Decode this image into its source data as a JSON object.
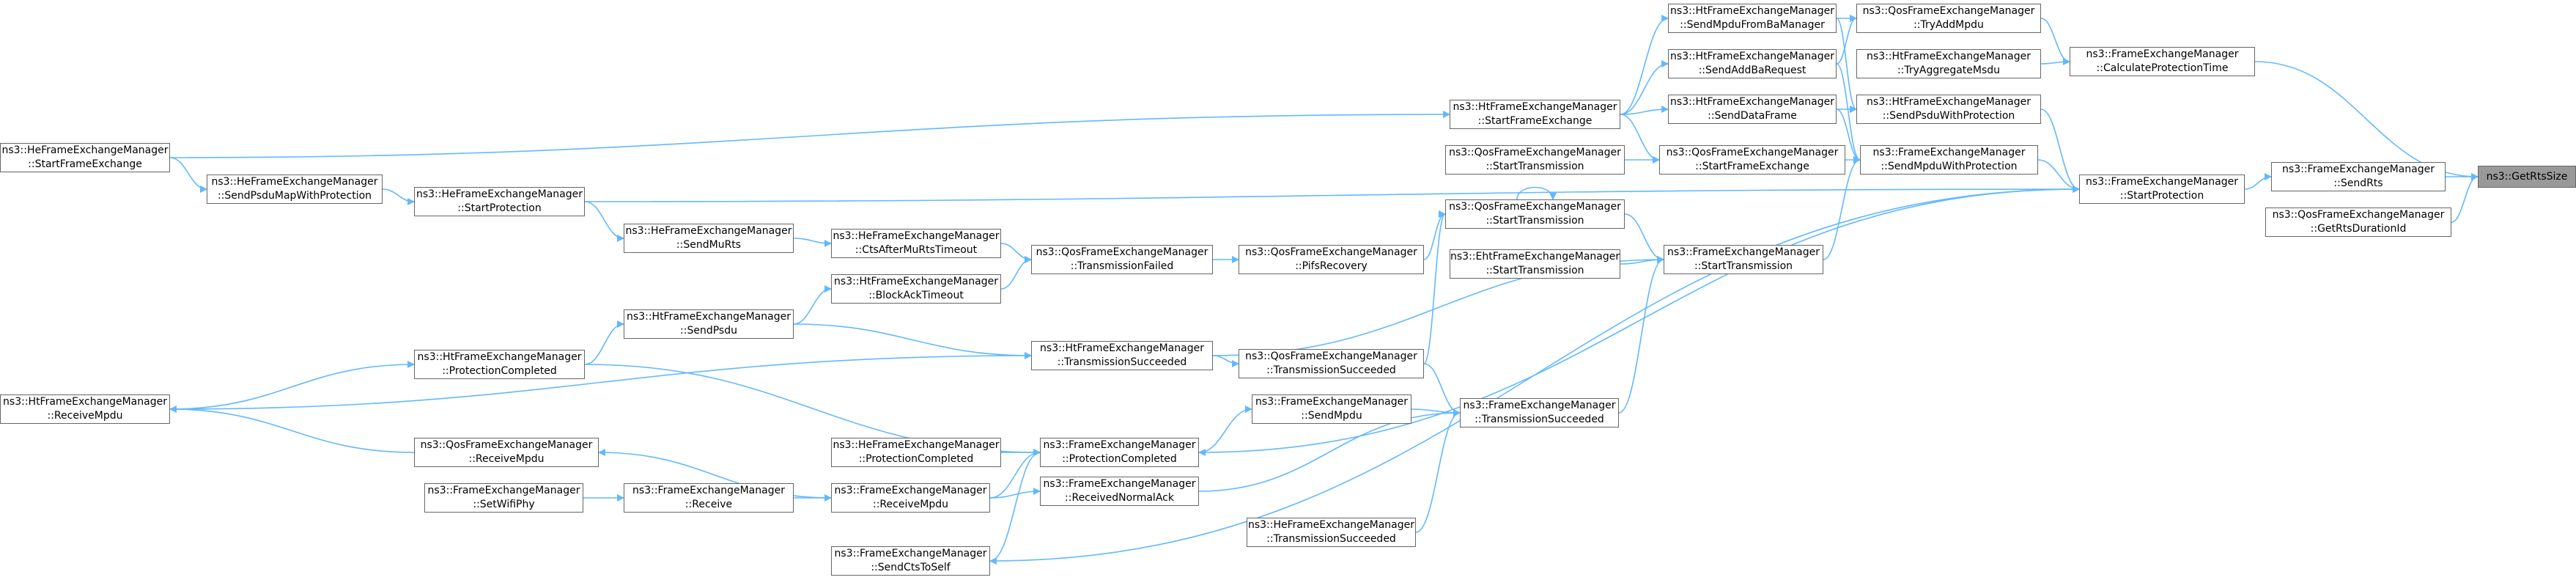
{
  "graph": {
    "edge_color": "#63b8ff",
    "node_border_color": "#666666",
    "root_fill_color": "#999999",
    "nodes": {
      "root": {
        "lines": [
          "ns3::GetRtsSize"
        ]
      },
      "sendRts": {
        "lines": [
          "ns3::FrameExchangeManager",
          "::SendRts"
        ]
      },
      "qosGetRtsDurationId": {
        "lines": [
          "ns3::QosFrameExchangeManager",
          "::GetRtsDurationId"
        ]
      },
      "feStartProtection": {
        "lines": [
          "ns3::FrameExchangeManager",
          "::StartProtection"
        ]
      },
      "feCalcProtTime": {
        "lines": [
          "ns3::FrameExchangeManager",
          "::CalculateProtectionTime"
        ]
      },
      "qosTryAddMpdu": {
        "lines": [
          "ns3::QosFrameExchangeManager",
          "::TryAddMpdu"
        ]
      },
      "htTryAggMsdu": {
        "lines": [
          "ns3::HtFrameExchangeManager",
          "::TryAggregateMsdu"
        ]
      },
      "htSendPsduWithProt": {
        "lines": [
          "ns3::HtFrameExchangeManager",
          "::SendPsduWithProtection"
        ]
      },
      "feSendMpduWithProt": {
        "lines": [
          "ns3::FrameExchangeManager",
          "::SendMpduWithProtection"
        ]
      },
      "htSendMpduFromBa": {
        "lines": [
          "ns3::HtFrameExchangeManager",
          "::SendMpduFromBaManager"
        ]
      },
      "htSendAddBa": {
        "lines": [
          "ns3::HtFrameExchangeManager",
          "::SendAddBaRequest"
        ]
      },
      "htSendDataFrame": {
        "lines": [
          "ns3::HtFrameExchangeManager",
          "::SendDataFrame"
        ]
      },
      "qosStartFrameExch": {
        "lines": [
          "ns3::QosFrameExchangeManager",
          "::StartFrameExchange"
        ]
      },
      "htStartFrameExch": {
        "lines": [
          "ns3::HtFrameExchangeManager",
          "::StartFrameExchange"
        ]
      },
      "heStartFrameExch": {
        "lines": [
          "ns3::HeFrameExchangeManager",
          "::StartFrameExchange"
        ]
      },
      "qosStartTrans2": {
        "lines": [
          "ns3::QosFrameExchangeManager",
          "::StartTransmission"
        ]
      },
      "feStartTrans": {
        "lines": [
          "ns3::FrameExchangeManager",
          "::StartTransmission"
        ]
      },
      "qosStartTrans": {
        "lines": [
          "ns3::QosFrameExchangeManager",
          "::StartTransmission"
        ]
      },
      "ehtStartTrans": {
        "lines": [
          "ns3::EhtFrameExchangeManager",
          "::StartTransmission"
        ]
      },
      "feTransSucc": {
        "lines": [
          "ns3::FrameExchangeManager",
          "::TransmissionSucceeded"
        ]
      },
      "qosTransSucc": {
        "lines": [
          "ns3::QosFrameExchangeManager",
          "::TransmissionSucceeded"
        ]
      },
      "heTransSucc": {
        "lines": [
          "ns3::HeFrameExchangeManager",
          "::TransmissionSucceeded"
        ]
      },
      "feSendMpdu": {
        "lines": [
          "ns3::FrameExchangeManager",
          "::SendMpdu"
        ]
      },
      "feRecvNormalAck": {
        "lines": [
          "ns3::FrameExchangeManager",
          "::ReceivedNormalAck"
        ]
      },
      "fePifsRecovery": {
        "lines": [
          "ns3::QosFrameExchangeManager",
          "::PifsRecovery"
        ]
      },
      "qosTransFailed": {
        "lines": [
          "ns3::QosFrameExchangeManager",
          "::TransmissionFailed"
        ]
      },
      "heCtsAfterMuRts": {
        "lines": [
          "ns3::HeFrameExchangeManager",
          "::CtsAfterMuRtsTimeout"
        ]
      },
      "htBlockAckTimeout": {
        "lines": [
          "ns3::HtFrameExchangeManager",
          "::BlockAckTimeout"
        ]
      },
      "htTransSucc": {
        "lines": [
          "ns3::HtFrameExchangeManager",
          "::TransmissionSucceeded"
        ]
      },
      "heSendMuRts": {
        "lines": [
          "ns3::HeFrameExchangeManager",
          "::SendMuRts"
        ]
      },
      "htSendPsdu": {
        "lines": [
          "ns3::HtFrameExchangeManager",
          "::SendPsdu"
        ]
      },
      "heStartProtection": {
        "lines": [
          "ns3::HeFrameExchangeManager",
          "::StartProtection"
        ]
      },
      "heSendPsduMap": {
        "lines": [
          "ns3::HeFrameExchangeManager",
          "::SendPsduMapWithProtection"
        ]
      },
      "htProtCompleted": {
        "lines": [
          "ns3::HtFrameExchangeManager",
          "::ProtectionCompleted"
        ]
      },
      "htReceiveMpdu": {
        "lines": [
          "ns3::HtFrameExchangeManager",
          "::ReceiveMpdu"
        ]
      },
      "qosReceiveMpdu": {
        "lines": [
          "ns3::QosFrameExchangeManager",
          "::ReceiveMpdu"
        ]
      },
      "feProtCompleted": {
        "lines": [
          "ns3::FrameExchangeManager",
          "::ProtectionCompleted"
        ]
      },
      "heProtCompleted": {
        "lines": [
          "ns3::HeFrameExchangeManager",
          "::ProtectionCompleted"
        ]
      },
      "feReceiveMpdu": {
        "lines": [
          "ns3::FrameExchangeManager",
          "::ReceiveMpdu"
        ]
      },
      "feReceive": {
        "lines": [
          "ns3::FrameExchangeManager",
          "::Receive"
        ]
      },
      "feSetWifiPhy": {
        "lines": [
          "ns3::FrameExchangeManager",
          "::SetWifiPhy"
        ]
      },
      "feSendCtsToSelf": {
        "lines": [
          "ns3::FrameExchangeManager",
          "::SendCtsToSelf"
        ]
      }
    },
    "edges": [
      [
        "sendRts",
        "root"
      ],
      [
        "qosGetRtsDurationId",
        "root"
      ],
      [
        "feCalcProtTime",
        "root"
      ],
      [
        "feStartProtection",
        "sendRts"
      ],
      [
        "qosTryAddMpdu",
        "feCalcProtTime"
      ],
      [
        "htTryAggMsdu",
        "feCalcProtTime"
      ],
      [
        "htSendPsduWithProt",
        "feStartProtection"
      ],
      [
        "feSendMpduWithProt",
        "feStartProtection"
      ],
      [
        "heStartProtection",
        "feStartProtection"
      ],
      [
        "htSendMpduFromBa",
        "qosTryAddMpdu"
      ],
      [
        "htSendAddBa",
        "qosTryAddMpdu"
      ],
      [
        "htSendMpduFromBa",
        "htSendPsduWithProt"
      ],
      [
        "htSendDataFrame",
        "htSendPsduWithProt"
      ],
      [
        "htSendAddBa",
        "feSendMpduWithProt"
      ],
      [
        "htSendDataFrame",
        "feSendMpduWithProt"
      ],
      [
        "qosStartFrameExch",
        "feSendMpduWithProt"
      ],
      [
        "feStartTrans",
        "feSendMpduWithProt"
      ],
      [
        "htStartFrameExch",
        "htSendMpduFromBa"
      ],
      [
        "htStartFrameExch",
        "htSendAddBa"
      ],
      [
        "htStartFrameExch",
        "htSendDataFrame"
      ],
      [
        "htStartFrameExch",
        "qosStartFrameExch"
      ],
      [
        "qosStartTrans2",
        "qosStartFrameExch"
      ],
      [
        "heStartFrameExch",
        "htStartFrameExch"
      ],
      [
        "qosStartTrans",
        "feStartTrans"
      ],
      [
        "ehtStartTrans",
        "feStartTrans"
      ],
      [
        "htTransSucc",
        "feStartTrans"
      ],
      [
        "feTransSucc",
        "feStartTrans"
      ],
      [
        "qosStartTrans",
        "qosStartTrans"
      ],
      [
        "fePifsRecovery",
        "qosStartTrans"
      ],
      [
        "qosTransSucc",
        "qosStartTrans"
      ],
      [
        "qosTransSucc",
        "feTransSucc"
      ],
      [
        "feSendMpdu",
        "feTransSucc"
      ],
      [
        "feRecvNormalAck",
        "feTransSucc"
      ],
      [
        "heTransSucc",
        "feTransSucc"
      ],
      [
        "htTransSucc",
        "qosTransSucc"
      ],
      [
        "feProtCompleted",
        "feSendMpdu"
      ],
      [
        "feReceiveMpdu",
        "feRecvNormalAck"
      ],
      [
        "qosTransFailed",
        "fePifsRecovery"
      ],
      [
        "heCtsAfterMuRts",
        "qosTransFailed"
      ],
      [
        "htBlockAckTimeout",
        "qosTransFailed"
      ],
      [
        "heSendMuRts",
        "heCtsAfterMuRts"
      ],
      [
        "htSendPsdu",
        "htBlockAckTimeout"
      ],
      [
        "htSendPsdu",
        "htTransSucc"
      ],
      [
        "htReceiveMpdu",
        "htTransSucc"
      ],
      [
        "heStartProtection",
        "heSendMuRts"
      ],
      [
        "htProtCompleted",
        "htSendPsdu"
      ],
      [
        "heSendPsduMap",
        "heStartProtection"
      ],
      [
        "heStartFrameExch",
        "heSendPsduMap"
      ],
      [
        "htProtCompleted",
        "feProtCompleted"
      ],
      [
        "htReceiveMpdu",
        "htProtCompleted"
      ],
      [
        "qosReceiveMpdu",
        "htReceiveMpdu"
      ],
      [
        "heProtCompleted",
        "feProtCompleted"
      ],
      [
        "feReceiveMpdu",
        "feProtCompleted"
      ],
      [
        "feReceiveMpdu",
        "qosReceiveMpdu"
      ],
      [
        "feSendCtsToSelf",
        "feProtCompleted"
      ],
      [
        "feReceive",
        "feReceiveMpdu"
      ],
      [
        "feSetWifiPhy",
        "feReceive"
      ],
      [
        "feStartProtection",
        "feProtCompleted"
      ],
      [
        "feStartProtection",
        "feSendCtsToSelf"
      ]
    ]
  }
}
